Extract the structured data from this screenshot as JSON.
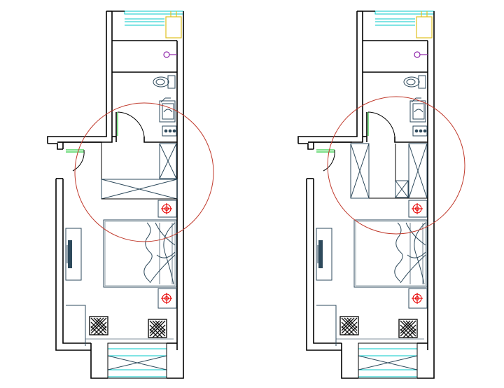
{
  "colors": {
    "wall": "#000000",
    "window": "#00c8c8",
    "furniture": "#2e4a5c",
    "door_leaf": "#2ecc40",
    "circle": "#c0392b",
    "fixture_red": "#e60000",
    "fixture_purple": "#8e24aa",
    "water_heater": "#e0c020"
  },
  "icons": [
    "toilet-icon",
    "sink-icon",
    "bed-icon",
    "chair-icon",
    "tv-icon",
    "ceiling-light-icon",
    "closet-icon"
  ],
  "plans": [
    {
      "id": "plan-left",
      "variant": "original"
    },
    {
      "id": "plan-right",
      "variant": "modified"
    }
  ]
}
